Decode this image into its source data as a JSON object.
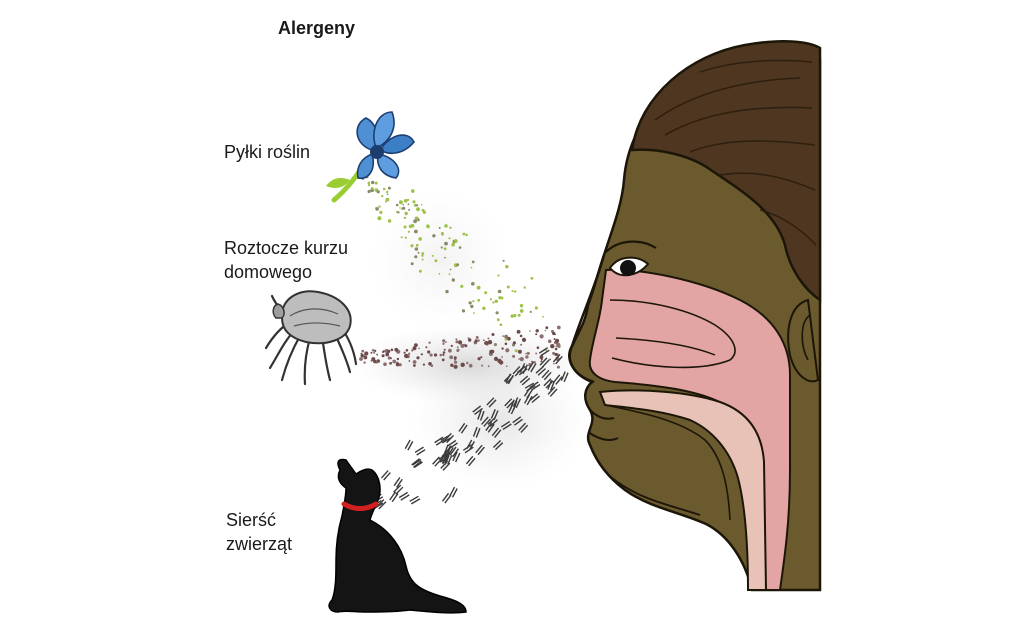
{
  "diagram": {
    "title": "Alergeny",
    "labels": {
      "pollen": "Pyłki roślin",
      "dust_mites_line1": "Roztocze kurzu",
      "dust_mites_line2": "domowego",
      "pet_dander_line1": "Sierść",
      "pet_dander_line2": "zwierząt"
    },
    "colors": {
      "skin": "#6b5a2d",
      "hair": "#4e3620",
      "nasal_mucosa": "#e3a4a4",
      "petal_blue": "#4f8fd3",
      "stem_green": "#9acd32",
      "dog": "#141414",
      "collar": "#d02020",
      "mite": "#bdbdbd"
    },
    "icons": [
      "flower-icon",
      "dust-mite-icon",
      "dog-icon",
      "head-profile-icon"
    ]
  }
}
